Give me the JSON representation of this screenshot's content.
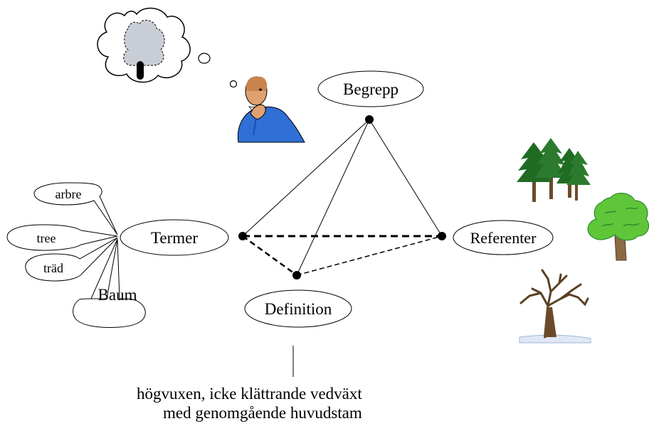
{
  "triangle": {
    "concept": "Begrepp",
    "terms": "Termer",
    "referents": "Referenter",
    "definition": "Definition"
  },
  "term_bubbles": [
    "arbre",
    "tree",
    "träd",
    "Baum"
  ],
  "definition_text": {
    "line1": "högvuxen, icke klättrande vedväxt",
    "line2": "med genomgående huvudstam"
  },
  "illustrations": {
    "thinker": "thinking-man-icon",
    "thought": "tree-thought-bubble-icon",
    "referents": [
      "pine-trees-icon",
      "oak-tree-icon",
      "bare-tree-icon"
    ]
  },
  "colors": {
    "line": "#000000",
    "tree_green": "#2e8b2e",
    "leaf_light": "#5fc63a",
    "trunk": "#6b4a2b",
    "shirt": "#2f6fd6",
    "skin": "#e0a070",
    "thought_fill": "#c9ced6"
  }
}
